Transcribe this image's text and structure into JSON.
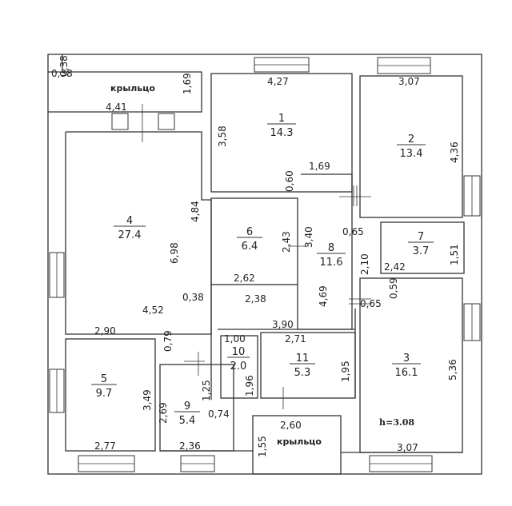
{
  "plan": {
    "porch_label": "крыльцо",
    "height_label": "h=3.08",
    "rooms": [
      {
        "number": "1",
        "area": "14.3"
      },
      {
        "number": "2",
        "area": "13.4"
      },
      {
        "number": "3",
        "area": "16.1"
      },
      {
        "number": "4",
        "area": "27.4"
      },
      {
        "number": "5",
        "area": "9.7"
      },
      {
        "number": "6",
        "area": "6.4"
      },
      {
        "number": "7",
        "area": "3.7"
      },
      {
        "number": "8",
        "area": "11.6"
      },
      {
        "number": "9",
        "area": "5.4"
      },
      {
        "number": "10",
        "area": "2.0"
      },
      {
        "number": "11",
        "area": "5.3"
      }
    ],
    "dimensions": {
      "porch_top_a": "0,38",
      "porch_top_b": "0,38",
      "porch_top_h": "1,69",
      "porch_top_w": "4,41",
      "r1_w": "4,27",
      "r1_h": "3,58",
      "r1_small": "0,60",
      "r2_w": "3,07",
      "r2_h": "4,36",
      "corr_w": "1,69",
      "r4_h": "4,84",
      "r4_h2": "6,98",
      "r4_w": "4,52",
      "r6_h": "2,43",
      "r6_w": "2,62",
      "r8_h": "3,40",
      "r8_a": "0,65",
      "r8_b": "2,10",
      "r8_c": "2,38",
      "r8_d": "4,69",
      "r8_e": "0,65",
      "r7_w": "2,42",
      "r7_h": "1,51",
      "r3_a": "0,59",
      "r3_h": "5,36",
      "r3_w": "3,07",
      "small_038": "0,38",
      "r5_w": "2,90",
      "r5_h": "3,49",
      "r5_b": "2,77",
      "r4_small": "0,79",
      "r9_h": "1,25",
      "r9_h2": "2,69",
      "r9_a": "0,74",
      "r9_w": "2,36",
      "r10_w": "1,00",
      "r10_h": "1,96",
      "r11_top": "3,90",
      "r11_w": "2,71",
      "r11_h": "1,95",
      "porch_bot_w": "2,60",
      "porch_bot_h": "1,55"
    }
  }
}
